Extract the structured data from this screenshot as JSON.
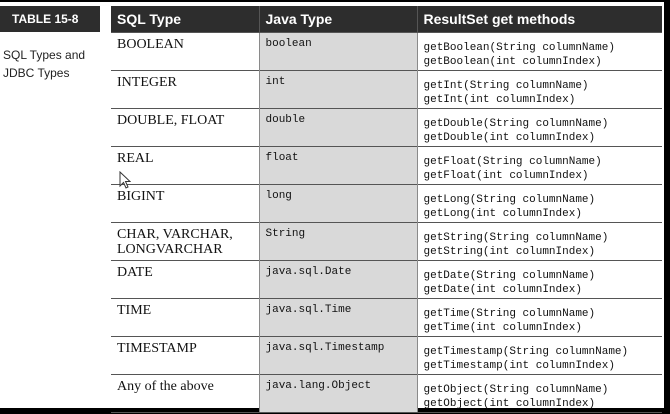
{
  "side": {
    "table_label": "TABLE 15-8",
    "caption_line1": "SQL Types and",
    "caption_line2": "JDBC Types"
  },
  "headers": {
    "sql": "SQL Type",
    "java": "Java Type",
    "rs": "ResultSet get methods"
  },
  "rows": [
    {
      "sql1": "BOOLEAN",
      "sql2": "",
      "java": "boolean",
      "m1": "getBoolean(String columnName)",
      "m2": "getBoolean(int columnIndex)"
    },
    {
      "sql1": "INTEGER",
      "sql2": "",
      "java": "int",
      "m1": "getInt(String columnName)",
      "m2": "getInt(int columnIndex)"
    },
    {
      "sql1": "DOUBLE, FLOAT",
      "sql2": "",
      "java": "double",
      "m1": "getDouble(String columnName)",
      "m2": "getDouble(int columnIndex)"
    },
    {
      "sql1": "REAL",
      "sql2": "",
      "java": "float",
      "m1": "getFloat(String columnName)",
      "m2": "getFloat(int columnIndex)"
    },
    {
      "sql1": "BIGINT",
      "sql2": "",
      "java": "long",
      "m1": "getLong(String columnName)",
      "m2": "getLong(int columnIndex)"
    },
    {
      "sql1": "CHAR, VARCHAR,",
      "sql2": "LONGVARCHAR",
      "java": "String",
      "m1": "getString(String columnName)",
      "m2": "getString(int columnIndex)"
    },
    {
      "sql1": "DATE",
      "sql2": "",
      "java": "java.sql.Date",
      "m1": "getDate(String columnName)",
      "m2": "getDate(int columnIndex)"
    },
    {
      "sql1": "TIME",
      "sql2": "",
      "java": "java.sql.Time",
      "m1": "getTime(String columnName)",
      "m2": "getTime(int columnIndex)"
    },
    {
      "sql1": "TIMESTAMP",
      "sql2": "",
      "java": "java.sql.Timestamp",
      "m1": "getTimestamp(String columnName)",
      "m2": "getTimestamp(int columnIndex)"
    },
    {
      "sql1": "Any of the above",
      "sql2": "",
      "java": "java.lang.Object",
      "m1": "getObject(String columnName)",
      "m2": "getObject(int columnIndex)"
    }
  ],
  "colors": {
    "header_bg": "#2d2d2d",
    "java_col_bg": "#d9d9d9"
  }
}
